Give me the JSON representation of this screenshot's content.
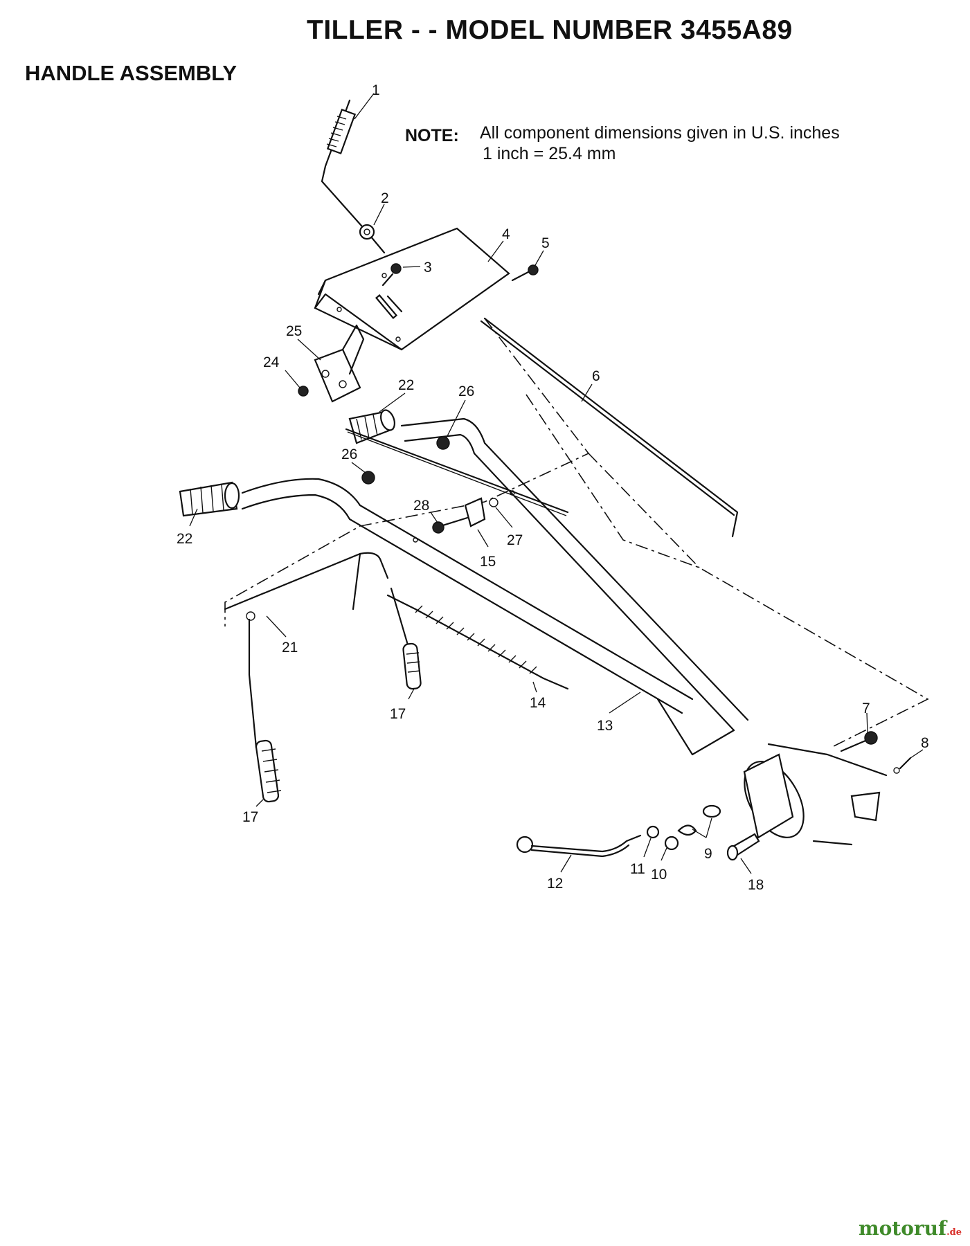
{
  "header": {
    "title": "TILLER - - MODEL NUMBER 3455A89",
    "subtitle": "HANDLE ASSEMBLY"
  },
  "note": {
    "label": "NOTE:",
    "line1": "All component dimensions given in U.S. inches",
    "line2": "1 inch = 25.4 mm"
  },
  "callouts": [
    "1",
    "2",
    "3",
    "4",
    "5",
    "6",
    "7",
    "8",
    "9",
    "10",
    "11",
    "12",
    "13",
    "14",
    "15",
    "17",
    "17",
    "18",
    "21",
    "22",
    "22",
    "24",
    "25",
    "26",
    "26",
    "27",
    "28"
  ],
  "watermark": {
    "brand": "motoruf",
    "tld": ".de"
  }
}
